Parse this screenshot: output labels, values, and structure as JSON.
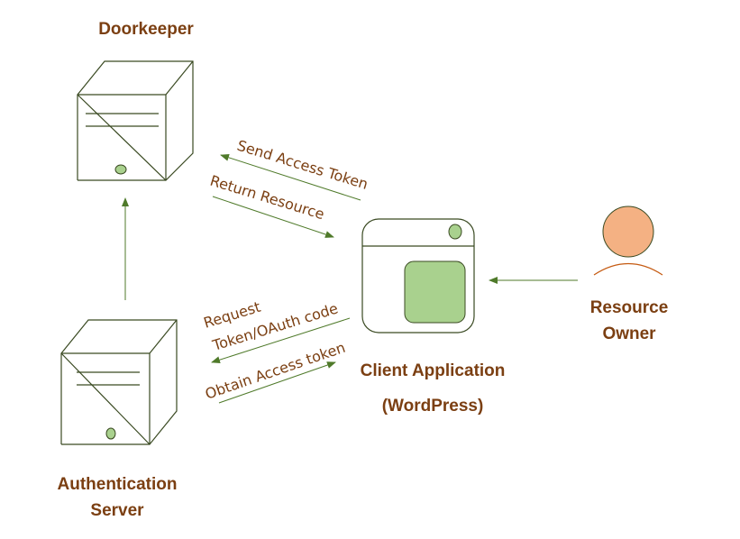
{
  "nodes": {
    "doorkeeper": {
      "label": "Doorkeeper"
    },
    "auth_server": {
      "label_line1": "Authentication",
      "label_line2": "Server"
    },
    "client_app": {
      "label_line1": "Client Application",
      "label_line2": "(WordPress)"
    },
    "resource_owner": {
      "label_line1": "Resource",
      "label_line2": "Owner"
    }
  },
  "edges": {
    "send_access_token": "Send Access Token",
    "return_resource": "Return Resource",
    "request_token_line1": "Request",
    "request_token_line2": "Token/OAuth code",
    "obtain_access_token": "Obtain Access token"
  },
  "colors": {
    "label": "#7b3f12",
    "line": "#4f7a2a",
    "box_stroke": "#3a4a22",
    "screen_fill": "#a9d18e",
    "person_fill": "#f4b183",
    "person_stroke": "#c55a11"
  }
}
